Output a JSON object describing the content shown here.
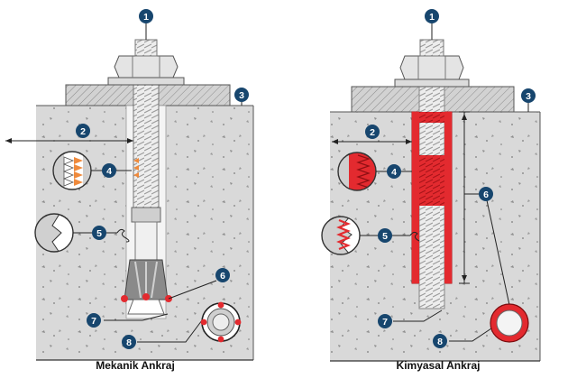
{
  "panels": [
    {
      "caption": "Mekanik Ankraj",
      "type": "mechanical"
    },
    {
      "caption": "Kimyasal Ankraj",
      "type": "chemical"
    }
  ],
  "markers": [
    "1",
    "2",
    "3",
    "4",
    "5",
    "6",
    "7",
    "8"
  ],
  "colors": {
    "concrete": "#d9d9d9",
    "plate": "#c9c9c9",
    "steel": "#e6e6e6",
    "badge": "#17466e",
    "mortar": "#e32a2f",
    "expansion": "#ef8a3c",
    "dot": "#e32a2f",
    "line": "#222222"
  }
}
